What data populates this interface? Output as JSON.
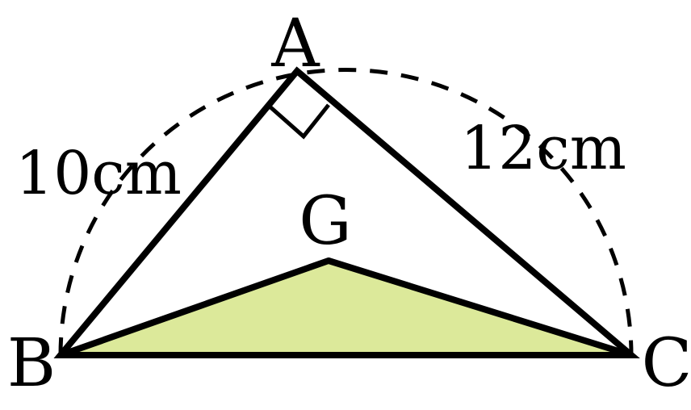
{
  "diagram": {
    "points": {
      "A": "A",
      "B": "B",
      "C": "C",
      "G": "G"
    },
    "sides": {
      "AB": "10cm",
      "AC": "12cm"
    },
    "colors": {
      "stroke": "#000000",
      "shaded_triangle_fill": "#dce99a",
      "background": "#ffffff"
    },
    "marks": {
      "right_angle_at": "A",
      "dashed_arc": "semicircle on BC through A"
    }
  }
}
